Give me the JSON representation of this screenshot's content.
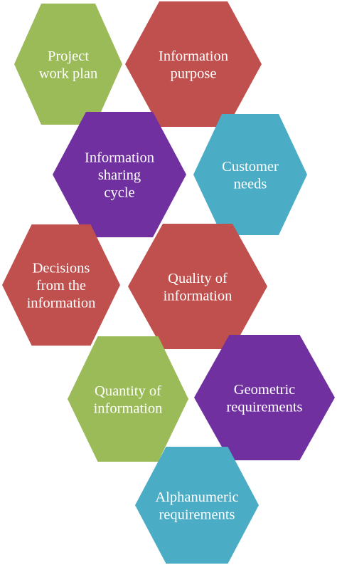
{
  "diagram": {
    "hexagons": [
      {
        "id": "project-work-plan",
        "lines": [
          "Project",
          "work plan"
        ],
        "color": "#9BBB59"
      },
      {
        "id": "information-purpose",
        "lines": [
          "Information",
          "purpose"
        ],
        "color": "#C0504D"
      },
      {
        "id": "information-sharing-cycle",
        "lines": [
          "Information",
          "sharing",
          "cycle"
        ],
        "color": "#7030A0"
      },
      {
        "id": "customer-needs",
        "lines": [
          "Customer",
          "needs"
        ],
        "color": "#4BACC6"
      },
      {
        "id": "decisions-from-information",
        "lines": [
          "Decisions",
          "from the",
          "information"
        ],
        "color": "#C0504D"
      },
      {
        "id": "quality-of-information",
        "lines": [
          "Quality of",
          "information"
        ],
        "color": "#C0504D"
      },
      {
        "id": "quantity-of-information",
        "lines": [
          "Quantity of",
          "information"
        ],
        "color": "#9BBB59"
      },
      {
        "id": "geometric-requirements",
        "lines": [
          "Geometric",
          "requirements"
        ],
        "color": "#7030A0"
      },
      {
        "id": "alphanumeric-requirements",
        "lines": [
          "Alphanumeric",
          "requirements"
        ],
        "color": "#4BACC6"
      }
    ]
  }
}
